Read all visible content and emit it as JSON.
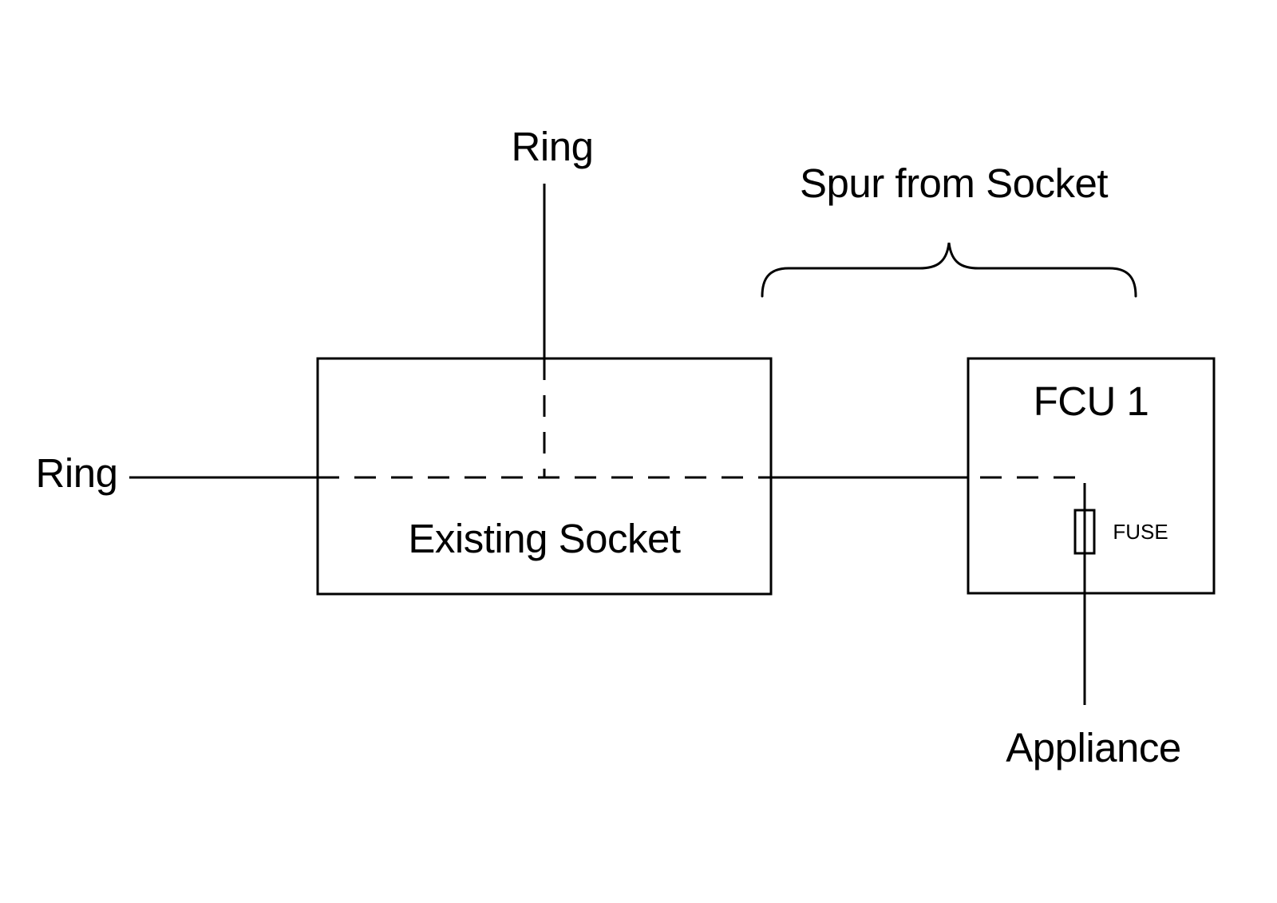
{
  "diagram": {
    "labels": {
      "ring_top": "Ring",
      "ring_left": "Ring",
      "spur_from_socket": "Spur from Socket",
      "existing_socket": "Existing Socket",
      "fcu": "FCU 1",
      "fuse": "FUSE",
      "appliance": "Appliance"
    },
    "colors": {
      "line": "#000000",
      "text": "#000000",
      "background": "#ffffff"
    }
  }
}
